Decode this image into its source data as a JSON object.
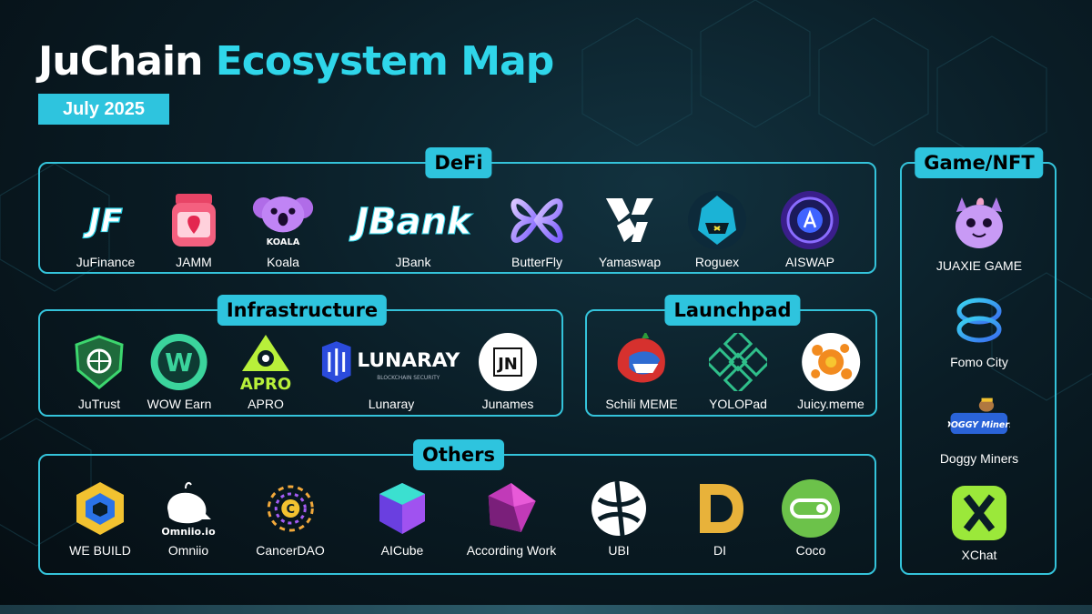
{
  "header": {
    "title_white": "JuChain",
    "title_accent": "Ecosystem Map",
    "date": "July 2025"
  },
  "colors": {
    "accent": "#2ec4de",
    "background": "#0a1d26"
  },
  "sections": {
    "defi": {
      "label": "DeFi",
      "items": [
        {
          "name": "JuFinance",
          "logo_text": "JF",
          "icon": "jufinance-logo"
        },
        {
          "name": "JAMM",
          "icon": "jam-jar-logo"
        },
        {
          "name": "Koala",
          "logo_text": "KOALA",
          "icon": "koala-logo"
        },
        {
          "name": "JBank",
          "logo_text": "JBank",
          "icon": "jbank-logo"
        },
        {
          "name": "ButterFly",
          "icon": "butterfly-logo"
        },
        {
          "name": "Yamaswap",
          "icon": "yamaswap-logo"
        },
        {
          "name": "Roguex",
          "icon": "roguex-logo"
        },
        {
          "name": "AISWAP",
          "icon": "aiswap-logo"
        }
      ]
    },
    "infrastructure": {
      "label": "Infrastructure",
      "items": [
        {
          "name": "JuTrust",
          "icon": "jutrust-shield-logo"
        },
        {
          "name": "WOW Earn",
          "logo_text": "W",
          "icon": "wow-earn-logo"
        },
        {
          "name": "APRO",
          "logo_text": "APRO",
          "icon": "apro-logo"
        },
        {
          "name": "Lunaray",
          "logo_text": "LUNARAY",
          "logo_subtext": "BLOCKCHAIN SECURITY",
          "icon": "lunaray-logo"
        },
        {
          "name": "Junames",
          "logo_text": "JN",
          "icon": "junames-logo"
        }
      ]
    },
    "launchpad": {
      "label": "Launchpad",
      "items": [
        {
          "name": "Schili MEME",
          "icon": "schili-shark-logo"
        },
        {
          "name": "YOLOPad",
          "icon": "yolopad-logo"
        },
        {
          "name": "Juicy.meme",
          "icon": "juicy-splash-logo"
        }
      ]
    },
    "others": {
      "label": "Others",
      "items": [
        {
          "name": "WE BUILD",
          "icon": "we-build-logo"
        },
        {
          "name": "Omniio",
          "logo_text": "Omniio.io",
          "icon": "omniio-whale-logo"
        },
        {
          "name": "CancerDAO",
          "logo_text": "C",
          "icon": "cancerdao-logo"
        },
        {
          "name": "AICube",
          "icon": "aicube-logo"
        },
        {
          "name": "According Work",
          "icon": "according-work-logo"
        },
        {
          "name": "UBI",
          "icon": "ubi-logo"
        },
        {
          "name": "DI",
          "icon": "di-logo"
        },
        {
          "name": "Coco",
          "icon": "coco-logo"
        }
      ]
    },
    "gamenft": {
      "label": "Game/NFT",
      "items": [
        {
          "name": "JUAXIE GAME",
          "icon": "juaxie-monster-logo"
        },
        {
          "name": "Fomo City",
          "icon": "fomo-city-logo"
        },
        {
          "name": "Doggy Miners",
          "logo_text": "DOGGY Miners",
          "icon": "doggy-miners-logo"
        },
        {
          "name": "XChat",
          "icon": "xchat-logo"
        }
      ]
    }
  }
}
